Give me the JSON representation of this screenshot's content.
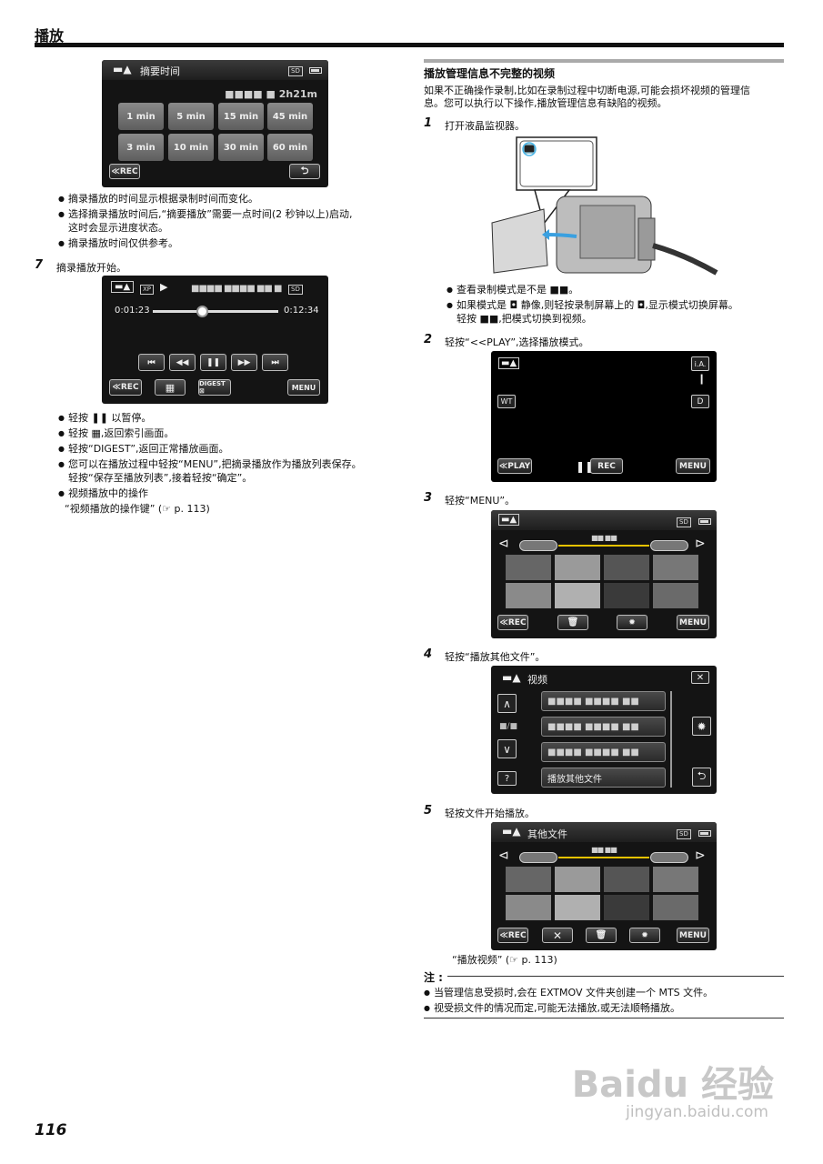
{
  "header": {
    "title": "播放"
  },
  "page_number": "116",
  "left": {
    "screen1": {
      "title": "摘要时间",
      "total": "■■■■ ■ 2h21m",
      "times": [
        "1 min",
        "5 min",
        "15 min",
        "45 min",
        "3 min",
        "10 min",
        "30 min",
        "60 min"
      ],
      "rec": "≪REC",
      "back": "⮌"
    },
    "bullets1": [
      "摘录播放的时间显示根据录制时间而变化。",
      "选择摘录播放时间后,“摘要播放”需要一点时间(2 秒钟以上)启动,",
      "这时会显示进度状态。",
      "摘录播放时间仅供参考。"
    ],
    "step7": {
      "num": "7",
      "text": "摘录播放开始。"
    },
    "screen2": {
      "mode": "XP",
      "play": "▶",
      "filename": "■■■■ ■■■■ ■■ ■",
      "elapsed": "0:01:23",
      "total": "0:12:34",
      "controls": [
        "⏮",
        "◀◀",
        "❚❚",
        "▶▶",
        "⏭"
      ],
      "rec": "≪REC",
      "index": "▦",
      "digest": "DIGEST ⊠",
      "menu": "MENU"
    },
    "bullets2": [
      "轻按 ❚❚ 以暂停。",
      "轻按 ▦,返回索引画面。",
      "轻按“DIGEST”,返回正常播放画面。",
      "您可以在播放过程中轻按“MENU”,把摘录播放作为播放列表保存。",
      "轻按“保存至播放列表”,接着轻按“确定”。",
      "视频播放中的操作"
    ],
    "ref1": "“视频播放的操作键” (☞ p. 113)"
  },
  "right": {
    "section_title": "播放管理信息不完整的视频",
    "intro": [
      "如果不正确操作录制,比如在录制过程中切断电源,可能会损坏视频的管理信",
      "息。您可以执行以下操作,播放管理信息有缺陷的视频。"
    ],
    "step1": {
      "num": "1",
      "text": "打开液晶监视器。"
    },
    "bullets_step1": [
      "查看录制模式是不是 ■■。",
      "如果模式是 ◘ 静像,则轻按录制屏幕上的 ◘,显示模式切换屏幕。",
      "轻按 ■■,把模式切换到视频。"
    ],
    "step2": {
      "num": "2",
      "text": "轻按“<<PLAY”,选择播放模式。"
    },
    "screen_play": {
      "ia": "i.A.",
      "wt": "WT",
      "d": "D",
      "play": "≪PLAY",
      "pause": "❚❚",
      "rec": "REC",
      "menu": "MENU"
    },
    "step3": {
      "num": "3",
      "text": "轻按“MENU”。"
    },
    "screen_index": {
      "date": "■■ ■■",
      "rec": "≪REC",
      "menu": "MENU",
      "trash": "🗑",
      "sd": "SD"
    },
    "step4": {
      "num": "4",
      "text": "轻按“播放其他文件”。"
    },
    "screen_menu": {
      "title": "视频",
      "page": "■/■",
      "items": [
        "■■■■ ■■■■ ■■",
        "■■■■ ■■■■ ■■",
        "■■■■ ■■■■ ■■",
        "播放其他文件"
      ],
      "close": "✕",
      "help": "?"
    },
    "step5": {
      "num": "5",
      "text": "轻按文件开始播放。"
    },
    "screen_other": {
      "title": "其他文件",
      "date": "■■ ■■",
      "rec": "≪REC",
      "menu": "MENU",
      "cancel": "✕"
    },
    "ref2": "“播放视频” (☞ p. 113)",
    "note_label": "注 :",
    "notes": [
      "当管理信息受损时,会在 EXTMOV 文件夹创建一个 MTS 文件。",
      "视受损文件的情况而定,可能无法播放,或无法顺畅播放。"
    ]
  },
  "watermark": {
    "brand": "Baidu 经验",
    "url": "jingyan.baidu.com"
  }
}
